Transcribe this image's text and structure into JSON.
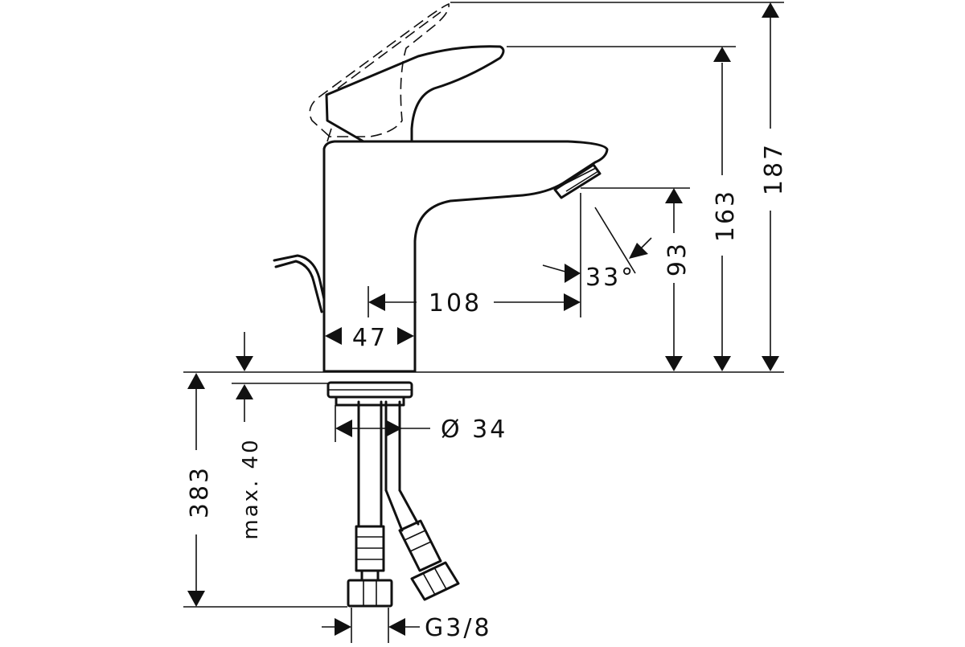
{
  "dimensions": {
    "total_height": "187",
    "spout_height": "163",
    "outlet_height": "93",
    "spout_reach": "108",
    "body_width": "47",
    "spray_angle": "33°",
    "max_counter_thickness": "max. 40",
    "hose_length": "383",
    "mount_diameter": "Ø 34",
    "thread": "G3/8"
  }
}
